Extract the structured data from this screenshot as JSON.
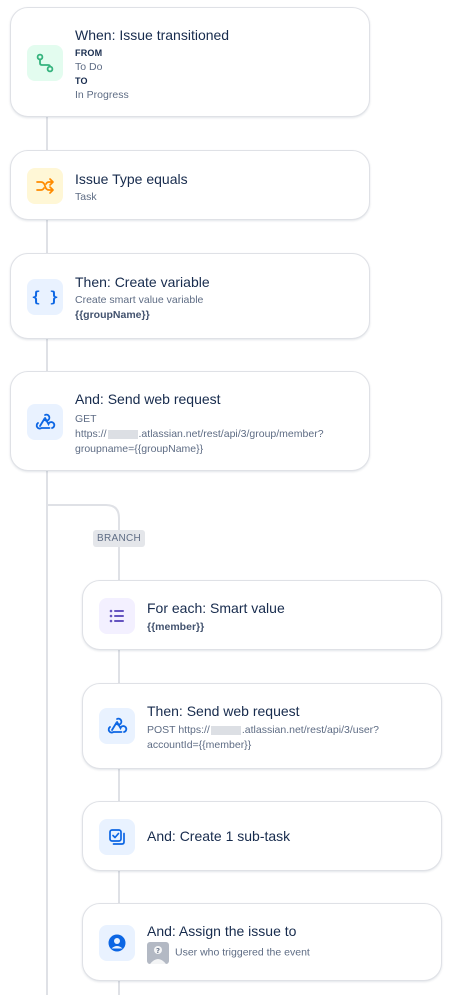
{
  "colors": {
    "trigger_bg": "#e3fcef",
    "trigger_icon": "#36b37e",
    "condition_bg": "#fff7d6",
    "condition_icon": "#ff8b00",
    "action_bg": "#e9f2ff",
    "action_icon": "#0c66e4",
    "branch_bg": "#f3f0ff",
    "branch_icon": "#6554c0"
  },
  "steps": [
    {
      "icon": "git-branch-icon",
      "title": "When: Issue transitioned",
      "from_label": "FROM",
      "from_value": "To Do",
      "to_label": "TO",
      "to_value": "In Progress"
    },
    {
      "icon": "shuffle-icon",
      "title": "Issue Type equals",
      "detail": "Task"
    },
    {
      "icon": "braces-icon",
      "title": "Then: Create variable",
      "detail": "Create smart value variable",
      "value": "{{groupName}}"
    },
    {
      "icon": "webhook-icon",
      "title": "And: Send web request",
      "method": "GET",
      "url_prefix": "https://",
      "url_suffix": ".atlassian.net/rest/api/3/group/member?",
      "url_line2": "groupname={{groupName}}"
    }
  ],
  "branch_label": "BRANCH",
  "branch_steps": [
    {
      "icon": "list-icon",
      "title": "For each: Smart value",
      "value": "{{member}}"
    },
    {
      "icon": "webhook-icon",
      "title": "Then: Send web request",
      "url_prefix": "POST https://",
      "url_suffix": ".atlassian.net/rest/api/3/user?",
      "url_line2": "accountId={{member}}"
    },
    {
      "icon": "subtask-icon",
      "title": "And: Create 1 sub-task"
    },
    {
      "icon": "user-icon",
      "title": "And: Assign the issue to",
      "detail": "User who triggered the event"
    }
  ]
}
